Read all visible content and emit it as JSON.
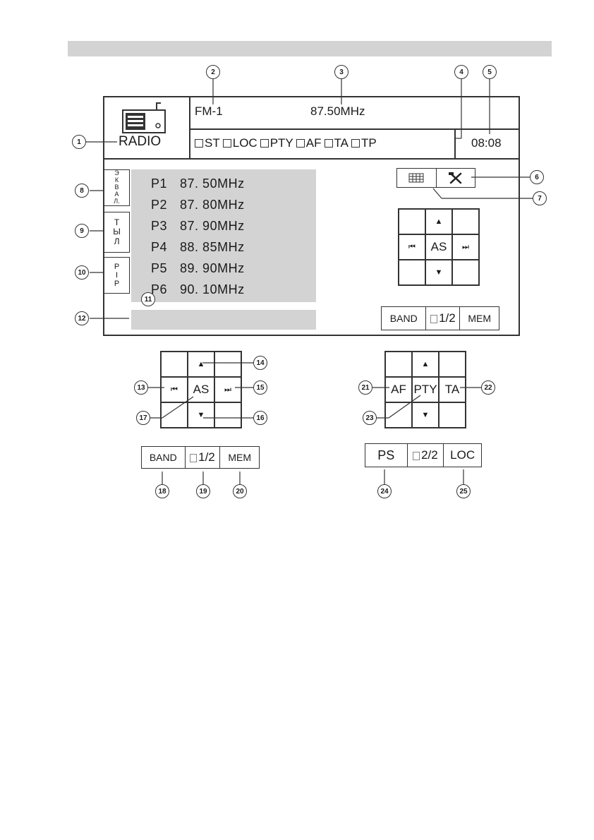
{
  "screen": {
    "source_label": "RADIO",
    "band": "FM-1",
    "frequency": "87.50MHz",
    "clock": "08:08",
    "flags": [
      "ST",
      "LOC",
      "PTY",
      "AF",
      "TA",
      "TP"
    ]
  },
  "side_buttons": {
    "eq": [
      "Э",
      "К",
      "В",
      "А",
      "Л."
    ],
    "rear": [
      "Т",
      "Ы",
      "Л"
    ],
    "pip": [
      "Р",
      "І",
      "Р"
    ]
  },
  "presets": [
    {
      "name": "P1",
      "freq": "87. 50MHz"
    },
    {
      "name": "P2",
      "freq": "87. 80MHz"
    },
    {
      "name": "P3",
      "freq": "87. 90MHz"
    },
    {
      "name": "P4",
      "freq": "88. 85MHz"
    },
    {
      "name": "P5",
      "freq": "89. 90MHz"
    },
    {
      "name": "P6",
      "freq": "90. 10MHz"
    }
  ],
  "control_grid": {
    "up": "▲",
    "down": "▼",
    "prev": "⏮",
    "next": "⏭",
    "center": "AS"
  },
  "rds_grid": {
    "left": "AF",
    "center": "PTY",
    "right": "TA"
  },
  "bottom_bar_page1": {
    "band": "BAND",
    "page": "1/2",
    "mem": "MEM"
  },
  "bottom_bar_page2": {
    "ps": "PS",
    "page": "2/2",
    "loc": "LOC"
  },
  "callouts": [
    "1",
    "2",
    "3",
    "4",
    "5",
    "6",
    "7",
    "8",
    "9",
    "10",
    "11",
    "12",
    "13",
    "14",
    "15",
    "16",
    "17",
    "18",
    "19",
    "20",
    "21",
    "22",
    "23",
    "24",
    "25"
  ],
  "icons": {
    "radio": "radio-icon",
    "grid": "grid-icon",
    "settings": "tools-icon",
    "page": "page-icon"
  }
}
